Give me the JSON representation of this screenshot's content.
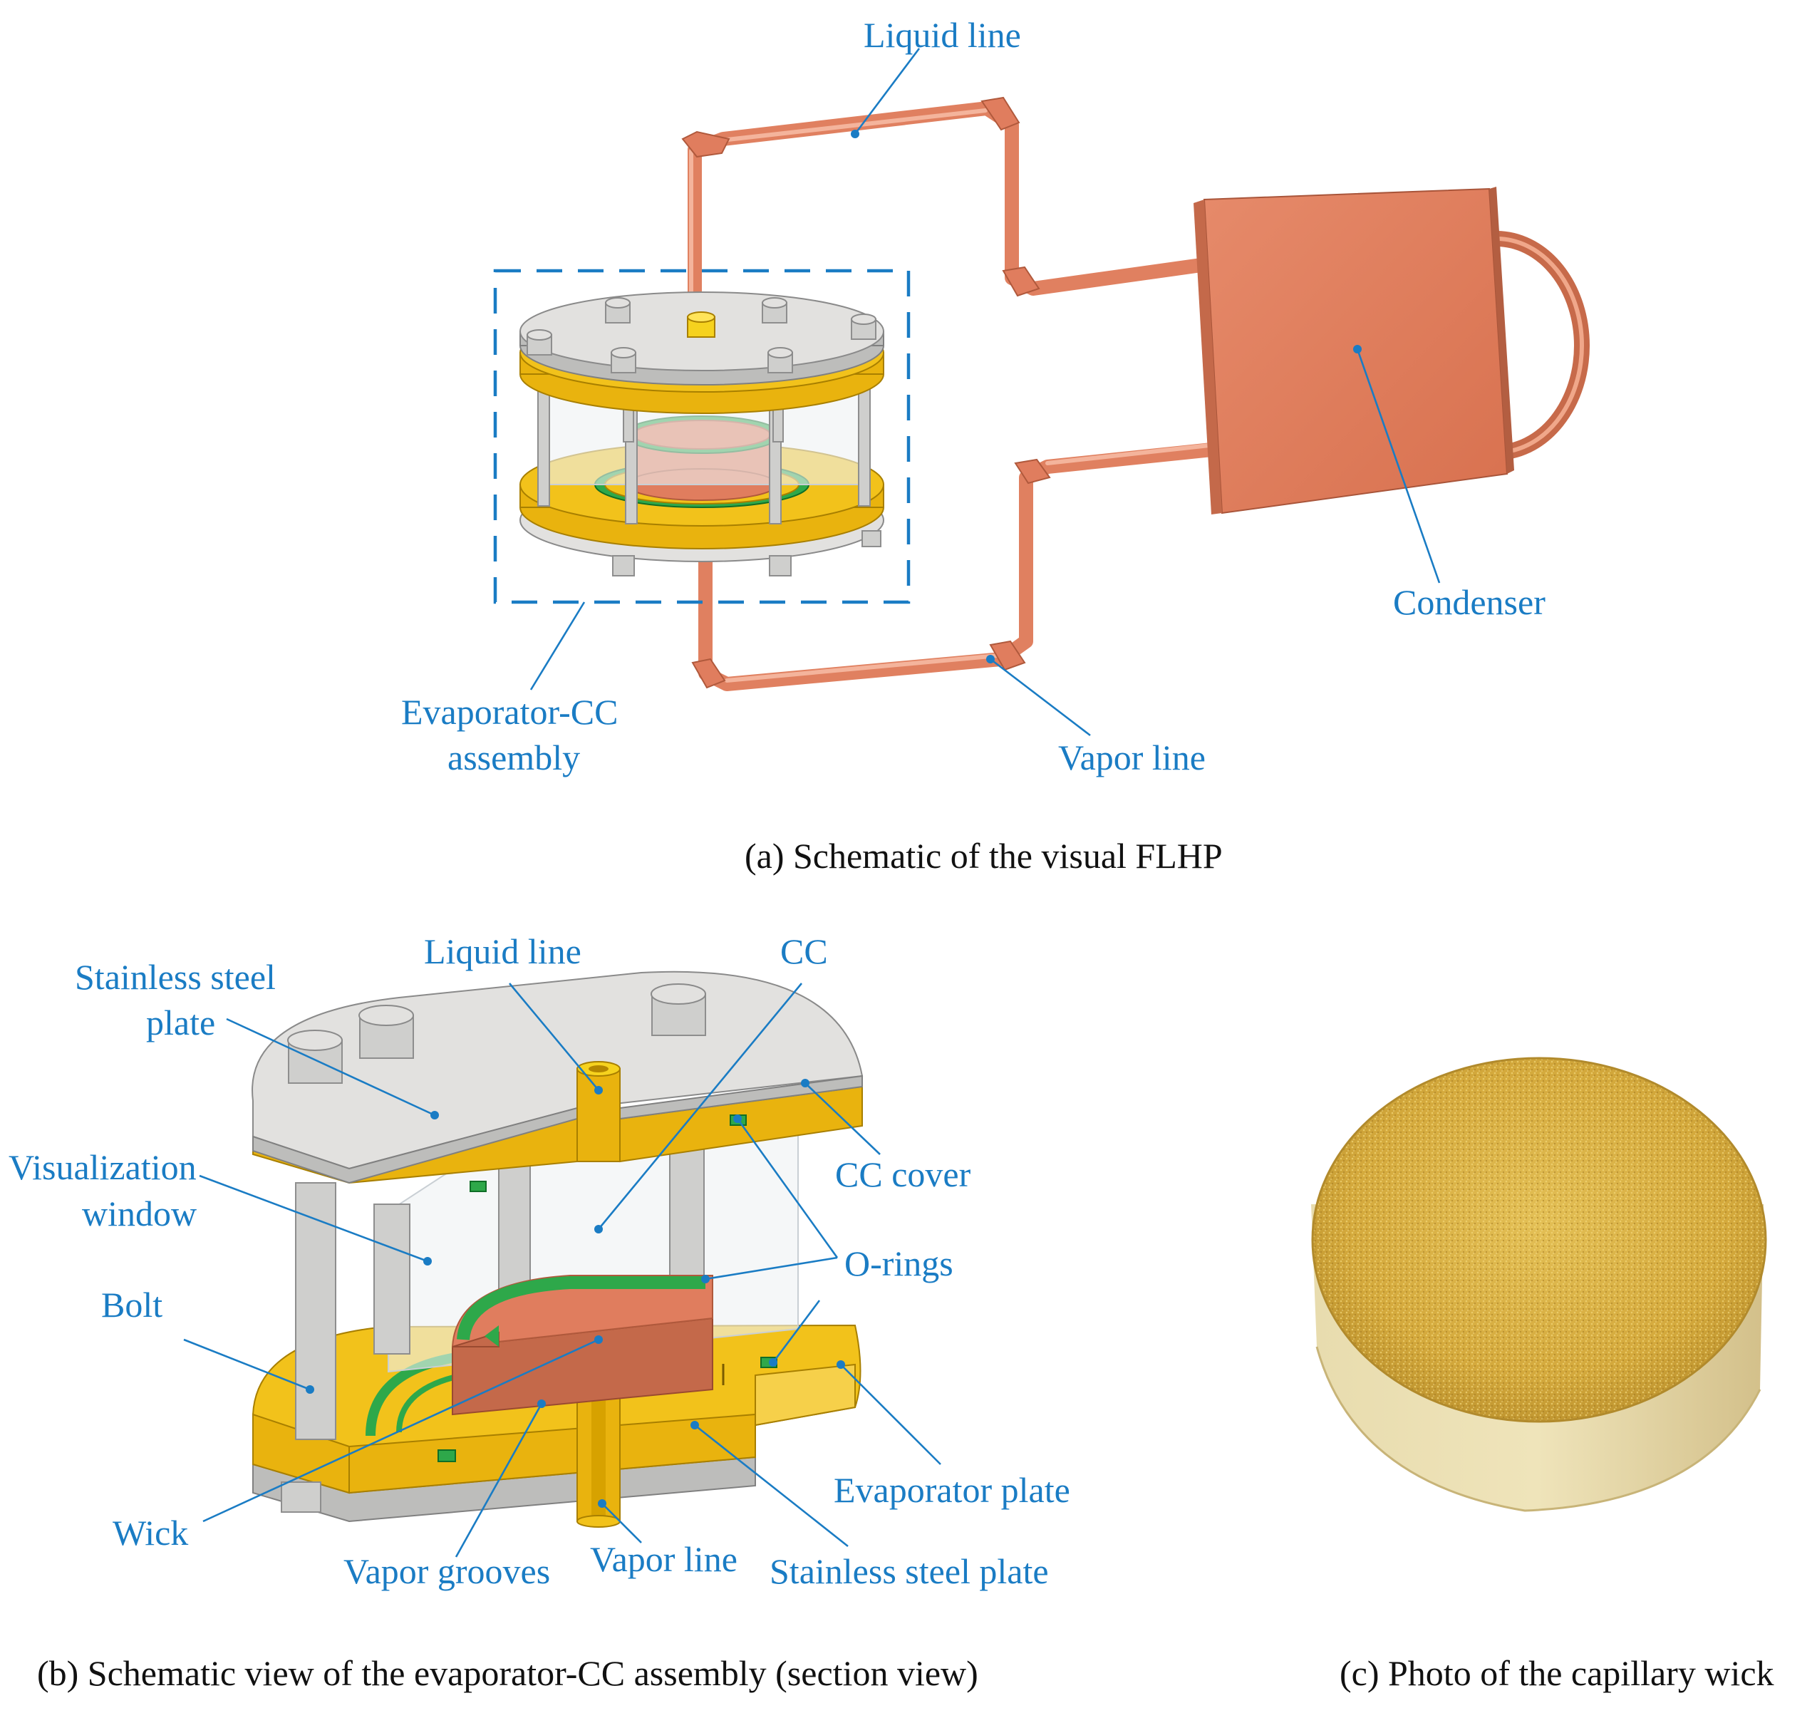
{
  "panel_a": {
    "caption": "(a) Schematic of the visual FLHP",
    "labels": {
      "liquid_line": "Liquid line",
      "condenser": "Condenser",
      "evap_assembly_line1": "Evaporator-CC",
      "evap_assembly_line2": "assembly",
      "vapor_line": "Vapor line"
    }
  },
  "panel_b": {
    "caption": "(b) Schematic view of the evaporator-CC assembly (section view)",
    "labels": {
      "stainless_top_line1": "Stainless steel",
      "stainless_top_line2": "plate",
      "liquid_line": "Liquid line",
      "cc": "CC",
      "visualization_line1": "Visualization",
      "visualization_line2": "window",
      "cc_cover": "CC cover",
      "o_rings": "O-rings",
      "bolt": "Bolt",
      "evaporator_plate": "Evaporator plate",
      "wick": "Wick",
      "vapor_grooves": "Vapor grooves",
      "vapor_line": "Vapor line",
      "stainless_bottom": "Stainless steel plate"
    }
  },
  "panel_c": {
    "caption": "(c) Photo of the capillary wick"
  },
  "colors": {
    "label": "#1a7cc4",
    "copper": "#e07d5e",
    "brass": "#f2c21b",
    "steel": "#e2e1df",
    "o_ring": "#2ea84a",
    "wick": "#d9b24a"
  }
}
